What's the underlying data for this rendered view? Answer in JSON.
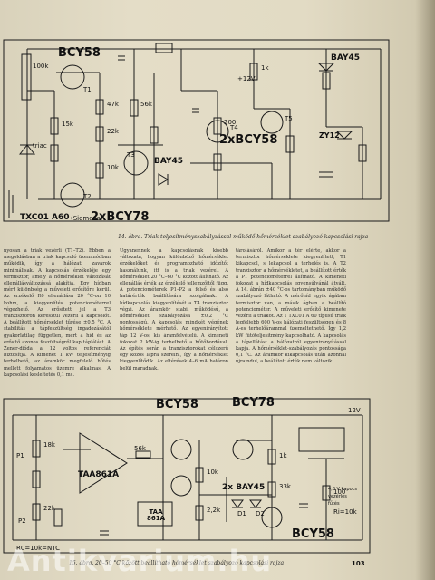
{
  "figure14": {
    "labels": {
      "bcy58_top": "BCY58",
      "bcy58_mid": "2xBCY58",
      "bay45_mid": "BAY45",
      "bay45_right": "BAY45",
      "zy12": "ZY12",
      "bcy78": "2xBCY78",
      "txc01": "TXC01 A60",
      "siemens": "(Siemens)",
      "t1": "T1",
      "t2": "T2",
      "t3": "T3",
      "t4": "T4",
      "t5": "T5",
      "r100k": "100k",
      "r47k": "47k",
      "r22k": "22k",
      "r15k": "15k",
      "r10k": "10k",
      "r56k": "56k",
      "r1k": "1k",
      "r200": "200",
      "r12v": "+12V",
      "triac": "triac"
    },
    "caption": "14. ábra. Triak teljesítményszabályzással működő hőmérséklet szabályozó kapcsolási rajza"
  },
  "text": {
    "col1": "nyosan a triak vezérli (T1–T2). Ebben a megoldásban a triak kapcsoló üzemmódban működik, így a hálózati zavarok minimálisak. A kapcsolás érzékelője egy termisztor, amely a hőmérséklet változását ellenállásváltozássá alakítja. Egy hídban mért különbség a műveleti erősítőre kerül. Az érzékelő R0 ellenállása 20 °C-on 10 kohm, a kiegyenlítés potenciométerrel végezhető. Az erősített jel a T3 tranzisztoron keresztül vezérli a kapcsolót. A beállított hőmérséklet tűrése ±0,5 °C. A stabilitás a tápfeszültség ingadozásától gyakorlatilag független, mert a híd és az erősítő azonos feszültségről kap táplálást. A Zener-dióda a 12 voltos referenciát biztosítja. A kimenet 1 kW teljesítményig terhelhető, az áramkör megfelelő hűtés mellett folyamatos üzemre alkalmas. A kapcsolási késleltetés 0,1 ms.",
    "col2": "Ugyanennek a kapcsolásnak kisebb változata, hogyan különböző hőmérséklet érzékelőket és programozható időzítőt használunk, itt is a triak vezérel. A hőmérséklet 20 °C–60 °C között állítható. Az ellenállás érték az érzékelő jellemzőitől függ. A potenciométerek P1–P2 a felső és alsó határérték beállítására szolgálnak. A hídkapcsolás kiegyenlítését a T4 tranzisztor végzi. Az áramkör stabil működésű, a hőmérséklet szabályozása ±0,2 °C pontosságú. A kapcsolás mindkét végének hőmérséklete mérhető. Az egyenirányított táp 12 V-os, kis áramfelvételű. A kimeneti fokozat 2 kW-ig terhelhető a hűtőbordával. Az építés során a tranzisztorokat célszerű egy közös lapra szerelni, így a hőmérséklet kiegyenlítődik. Az eltérések 4–6 mA határon belül maradnak.",
    "col3": "tárolásáról. Amikor a tér elérte, akkor a termisztor hőmérséklete kiegyenlített, T1 kikapcsol, s lekapcsol a terhelés is. A T2 tranzisztor a hőmérsékletet, a beállított érték a P1 potenciométerrel állítható. A kimeneti fokozat a hídkapcsolás egyensúlyánál átvált. A 14. ábrán ±40 °C-os tartományban működő szabályozó látható. A mérőhíd egyik ágában termisztor van, a másik ágban a beállító potenciométer. A műveleti erősítő kimenete vezérli a triakot. Az 1 TXC01 A 60 típusú triak legfeljebb 600 V-os hálózati feszültségen és 8 A-es terhelőárammal üzemeltethető. Így 1,2 kW fűtőteljesítmény kapcsolható. A kapcsolás a tápellátást a hálózatról egyenirányítással kapja. A hőmérséklet-szabályozás pontossága 0,1 °C. Az áramkör kikapcsolás után azonnal újraindul, a beállított érték nem változik."
  },
  "figure15": {
    "labels": {
      "bcy58_a": "BCY58",
      "bcy78_a": "BCY78",
      "taa861a": "TAA861A",
      "taa861a_chip": "TAA 861A",
      "bay45": "2x BAY45",
      "bcy58_b": "BCY58",
      "p1": "P1",
      "p2": "P2",
      "r18k": "18k",
      "r56k": "56k",
      "r10k": "10k",
      "r2k2": "2,2k",
      "r1k": "1k",
      "r33k": "33k",
      "r22k": "22k",
      "r100": "100",
      "v12": "12V",
      "d1": "D1",
      "d2": "D2",
      "ri": "Ri=10k",
      "rr": "R0=10k=NTC",
      "leg1": "4,8 V kapocs",
      "leg2": "vezérlés",
      "leg3": "fűtés"
    },
    "caption": "15. ábra. 20–50 °C között beállítható hőmérséklet szabályozó kapcsolási rajza",
    "page_number": "103"
  },
  "watermark": "Antikvarium.hu"
}
